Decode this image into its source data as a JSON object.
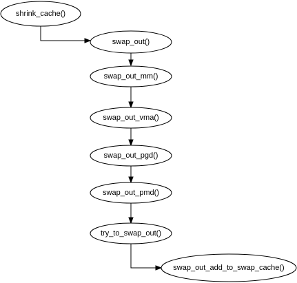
{
  "diagram": {
    "type": "flowchart",
    "nodes": [
      {
        "id": "shrink_cache",
        "label": "shrink_cache()"
      },
      {
        "id": "swap_out",
        "label": "swap_out()"
      },
      {
        "id": "swap_out_mm",
        "label": "swap_out_mm()"
      },
      {
        "id": "swap_out_vma",
        "label": "swap_out_vma()"
      },
      {
        "id": "swap_out_pgd",
        "label": "swap_out_pgd()"
      },
      {
        "id": "swap_out_pmd",
        "label": "swap_out_pmd()"
      },
      {
        "id": "try_to_swap_out",
        "label": "try_to_swap_out()"
      },
      {
        "id": "swap_out_add_to_swap_cache",
        "label": "swap_out_add_to_swap_cache()"
      }
    ],
    "edges": [
      {
        "from": "shrink_cache",
        "to": "swap_out"
      },
      {
        "from": "swap_out",
        "to": "swap_out_mm"
      },
      {
        "from": "swap_out_mm",
        "to": "swap_out_vma"
      },
      {
        "from": "swap_out_vma",
        "to": "swap_out_pgd"
      },
      {
        "from": "swap_out_pgd",
        "to": "swap_out_pmd"
      },
      {
        "from": "swap_out_pmd",
        "to": "try_to_swap_out"
      },
      {
        "from": "try_to_swap_out",
        "to": "swap_out_add_to_swap_cache"
      }
    ]
  }
}
